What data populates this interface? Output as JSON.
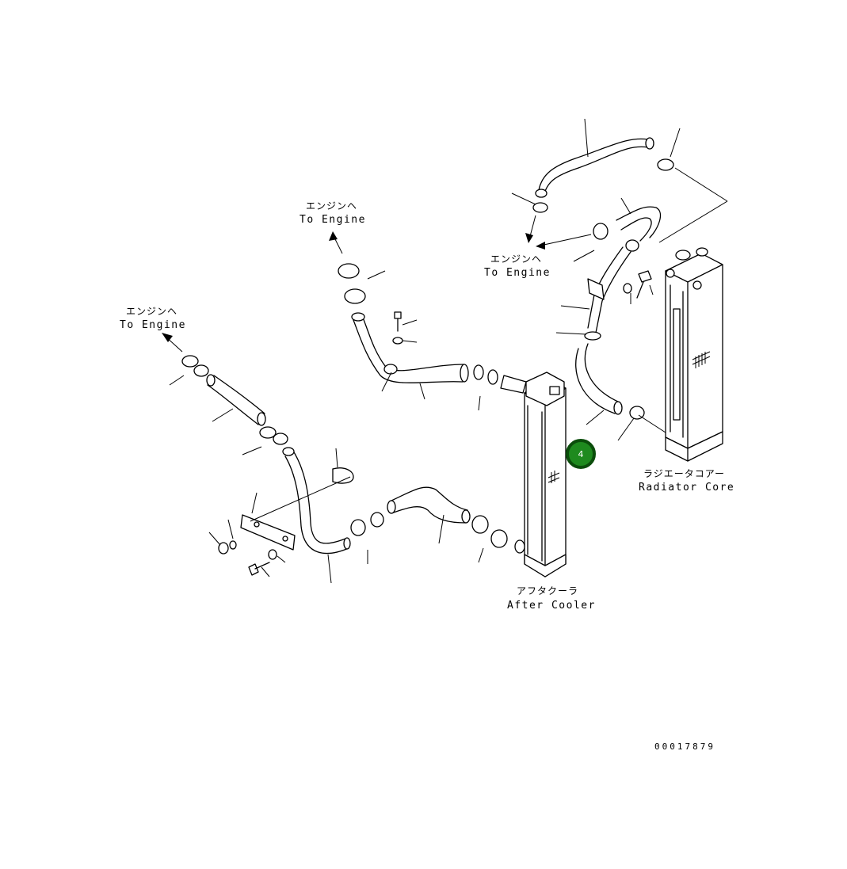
{
  "labels": {
    "engine_top": {
      "jp": "エンジンヘ",
      "en": "To Engine"
    },
    "engine_mid": {
      "jp": "エンジンヘ",
      "en": "To Engine"
    },
    "engine_left": {
      "jp": "エンジンヘ",
      "en": "To Engine"
    },
    "radiator": {
      "jp": "ラジエータコアー",
      "en": "Radiator Core"
    },
    "aftercooler": {
      "jp": "アフタクーラ",
      "en": "After Cooler"
    }
  },
  "drawing_number": "00017879",
  "callout": {
    "number": "4",
    "color": "#1e8a1e",
    "ring": "#0b4d0b"
  }
}
